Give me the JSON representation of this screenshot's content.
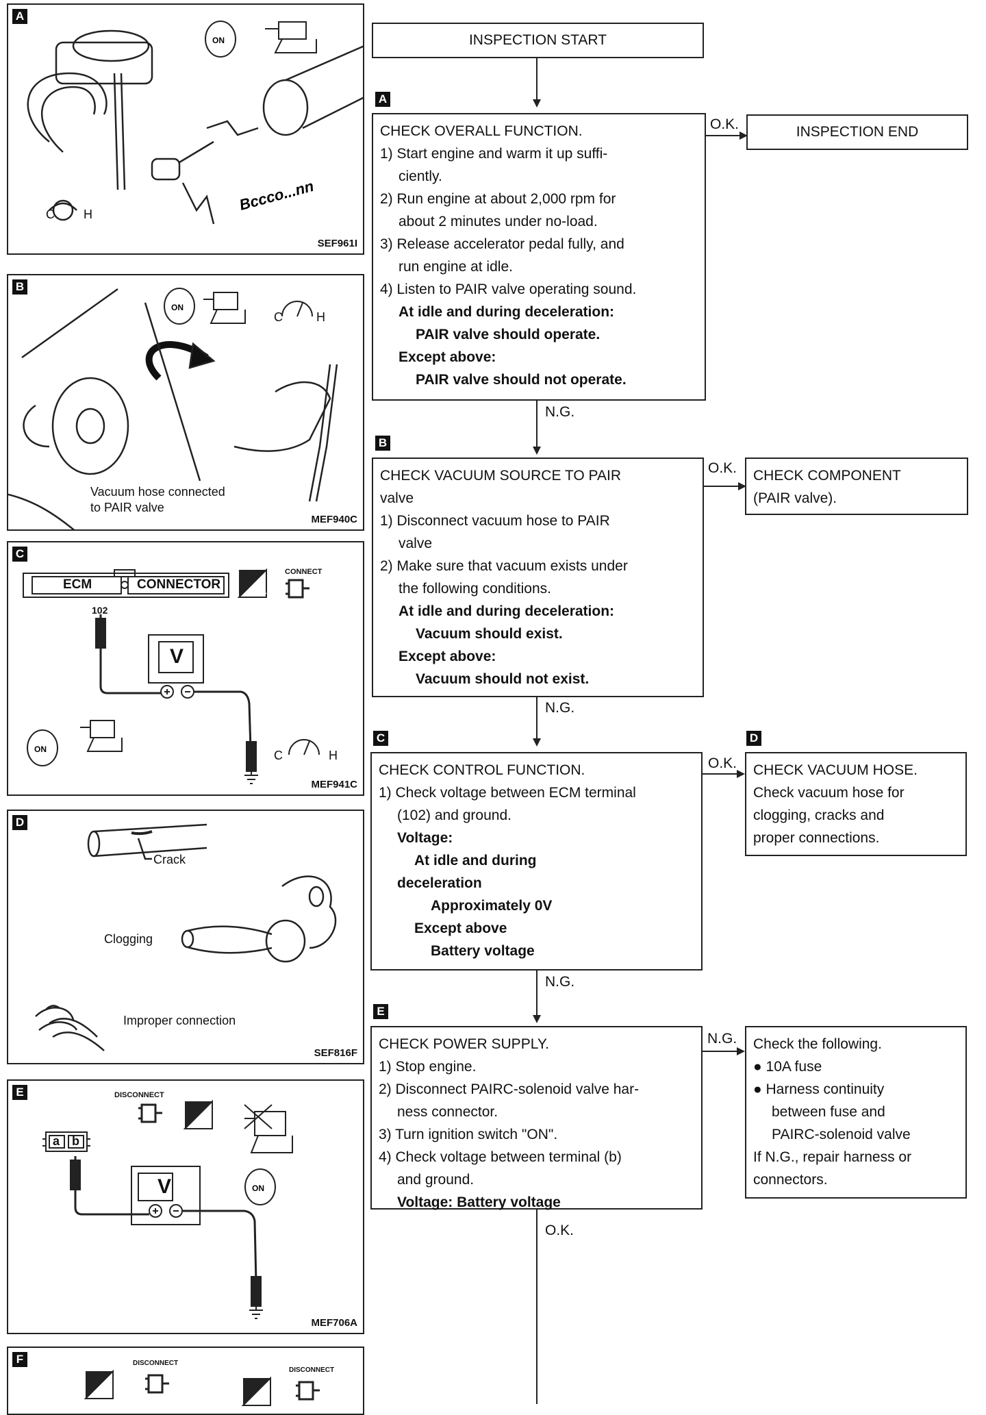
{
  "flow": {
    "start": "INSPECTION START",
    "end": "INSPECTION END",
    "steps": [
      {
        "tag": "A",
        "lines": [
          {
            "t": "CHECK OVERALL FUNCTION.",
            "s": "n"
          },
          {
            "t": "1) Start engine and warm it up suffi-",
            "s": "n"
          },
          {
            "t": "ciently.",
            "s": "i1"
          },
          {
            "t": "2) Run engine at about 2,000 rpm for",
            "s": "n"
          },
          {
            "t": "about 2 minutes under no-load.",
            "s": "i1"
          },
          {
            "t": "3) Release accelerator pedal fully, and",
            "s": "n"
          },
          {
            "t": "run engine at idle.",
            "s": "i1"
          },
          {
            "t": "4) Listen to PAIR valve operating sound.",
            "s": "n"
          },
          {
            "t": "At idle and during deceleration:",
            "s": "b1"
          },
          {
            "t": "PAIR valve should operate.",
            "s": "b2"
          },
          {
            "t": "Except above:",
            "s": "b1"
          },
          {
            "t": "PAIR valve should not operate.",
            "s": "b2"
          }
        ]
      },
      {
        "tag": "B",
        "lines": [
          {
            "t": "CHECK VACUUM SOURCE TO PAIR",
            "s": "n"
          },
          {
            "t": "valve",
            "s": "n"
          },
          {
            "t": "1) Disconnect vacuum hose to PAIR",
            "s": "n"
          },
          {
            "t": "valve",
            "s": "i1"
          },
          {
            "t": "2) Make sure that vacuum exists under",
            "s": "n"
          },
          {
            "t": "the following conditions.",
            "s": "i1"
          },
          {
            "t": "At idle and during deceleration:",
            "s": "b1"
          },
          {
            "t": "Vacuum should exist.",
            "s": "b2"
          },
          {
            "t": "Except above:",
            "s": "b1"
          },
          {
            "t": "Vacuum should not exist.",
            "s": "b2"
          }
        ]
      },
      {
        "tag": "C",
        "lines": [
          {
            "t": "CHECK CONTROL FUNCTION.",
            "s": "n"
          },
          {
            "t": "1) Check voltage between ECM terminal",
            "s": "n"
          },
          {
            "t": "(102) and ground.",
            "s": "i1"
          },
          {
            "t": "Voltage:",
            "s": "b1"
          },
          {
            "t": "At idle and during",
            "s": "b2"
          },
          {
            "t": "deceleration",
            "s": "b1"
          },
          {
            "t": "Approximately 0V",
            "s": "b3"
          },
          {
            "t": "Except above",
            "s": "b2"
          },
          {
            "t": "Battery voltage",
            "s": "b3"
          }
        ]
      },
      {
        "tag": "E",
        "lines": [
          {
            "t": "CHECK POWER SUPPLY.",
            "s": "n"
          },
          {
            "t": "1) Stop engine.",
            "s": "n"
          },
          {
            "t": "2) Disconnect PAIRC-solenoid valve har-",
            "s": "n"
          },
          {
            "t": "ness connector.",
            "s": "i1"
          },
          {
            "t": "3) Turn ignition switch \"ON\".",
            "s": "n"
          },
          {
            "t": "4) Check voltage between terminal (b)",
            "s": "n"
          },
          {
            "t": "and ground.",
            "s": "i1"
          },
          {
            "t": "Voltage: Battery voltage",
            "s": "b1"
          }
        ]
      }
    ],
    "side_component": [
      "CHECK COMPONENT",
      "(PAIR valve)."
    ],
    "side_hose": {
      "tag": "D",
      "lines": [
        "CHECK VACUUM HOSE.",
        "Check vacuum hose for",
        "clogging, cracks and",
        "proper connections."
      ]
    },
    "side_following": [
      {
        "t": "Check the following.",
        "s": "n"
      },
      {
        "t": "● 10A fuse",
        "s": "n"
      },
      {
        "t": "● Harness continuity",
        "s": "n"
      },
      {
        "t": "between fuse and",
        "s": "i1"
      },
      {
        "t": "PAIRC-solenoid valve",
        "s": "i1"
      },
      {
        "t": "If N.G., repair harness or",
        "s": "n"
      },
      {
        "t": "connectors.",
        "s": "n"
      }
    ],
    "labels": {
      "ok": "O.K.",
      "ng": "N.G."
    }
  },
  "panels": {
    "A": {
      "tag": "A",
      "code": "SEF961I",
      "temp_c": "C",
      "temp_h": "H",
      "key": "ON",
      "sound": "Bccco...nn"
    },
    "B": {
      "tag": "B",
      "code": "MEF940C",
      "caption1": "Vacuum hose connected",
      "caption2": "to PAIR valve",
      "temp_c": "C",
      "temp_h": "H",
      "key": "ON"
    },
    "C": {
      "tag": "C",
      "code": "MEF941C",
      "ecm": "ECM",
      "connector": "CONNECTOR",
      "terminal": "102",
      "connect": "CONNECT",
      "hs": "H.S.",
      "meter": "V",
      "temp_c": "C",
      "temp_h": "H",
      "key": "ON"
    },
    "D": {
      "tag": "D",
      "code": "SEF816F",
      "crack": "Crack",
      "clogging": "Clogging",
      "improper": "Improper connection"
    },
    "E": {
      "tag": "E",
      "code": "MEF706A",
      "disconnect": "DISCONNECT",
      "ts": "T.S.",
      "meter": "V",
      "term_a": "a",
      "term_b": "b",
      "key": "ON"
    },
    "F": {
      "tag": "F",
      "disconnect1": "DISCONNECT",
      "disconnect2": "DISCONNECT",
      "hs": "H.S.",
      "ts": "T.S."
    }
  }
}
